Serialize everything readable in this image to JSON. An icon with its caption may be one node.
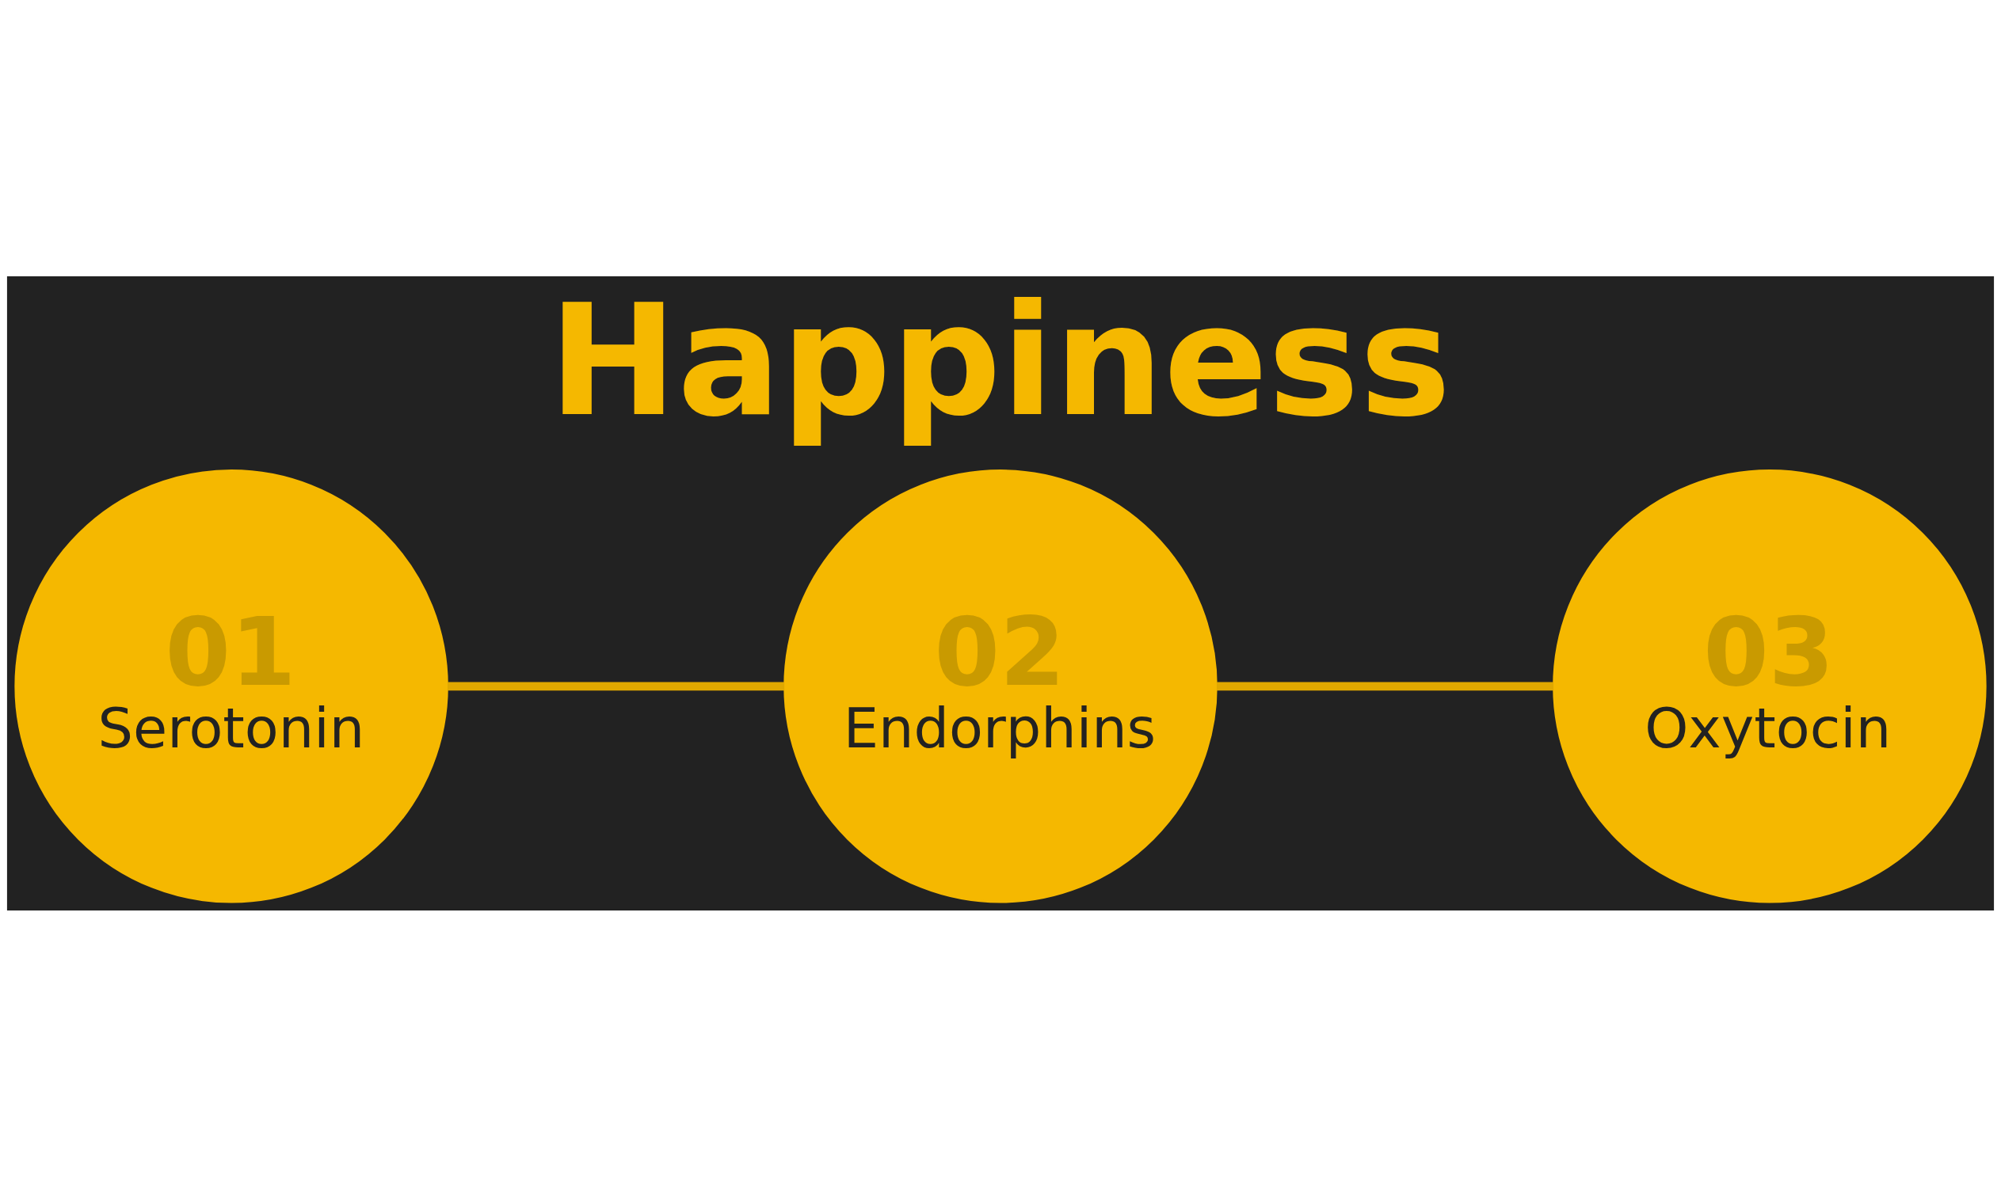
{
  "diagram": {
    "title": "Happiness",
    "nodes": [
      {
        "text": [
          "01",
          "Serotonin"
        ]
      },
      {
        "text": [
          "02",
          "Endorphins"
        ]
      },
      {
        "text": [
          "03",
          "Oxytocin"
        ]
      }
    ],
    "edges": [
      {
        "from": 0,
        "to": 1,
        "arrow": "none"
      },
      {
        "from": 1,
        "to": 2,
        "arrow": "none"
      }
    ]
  }
}
